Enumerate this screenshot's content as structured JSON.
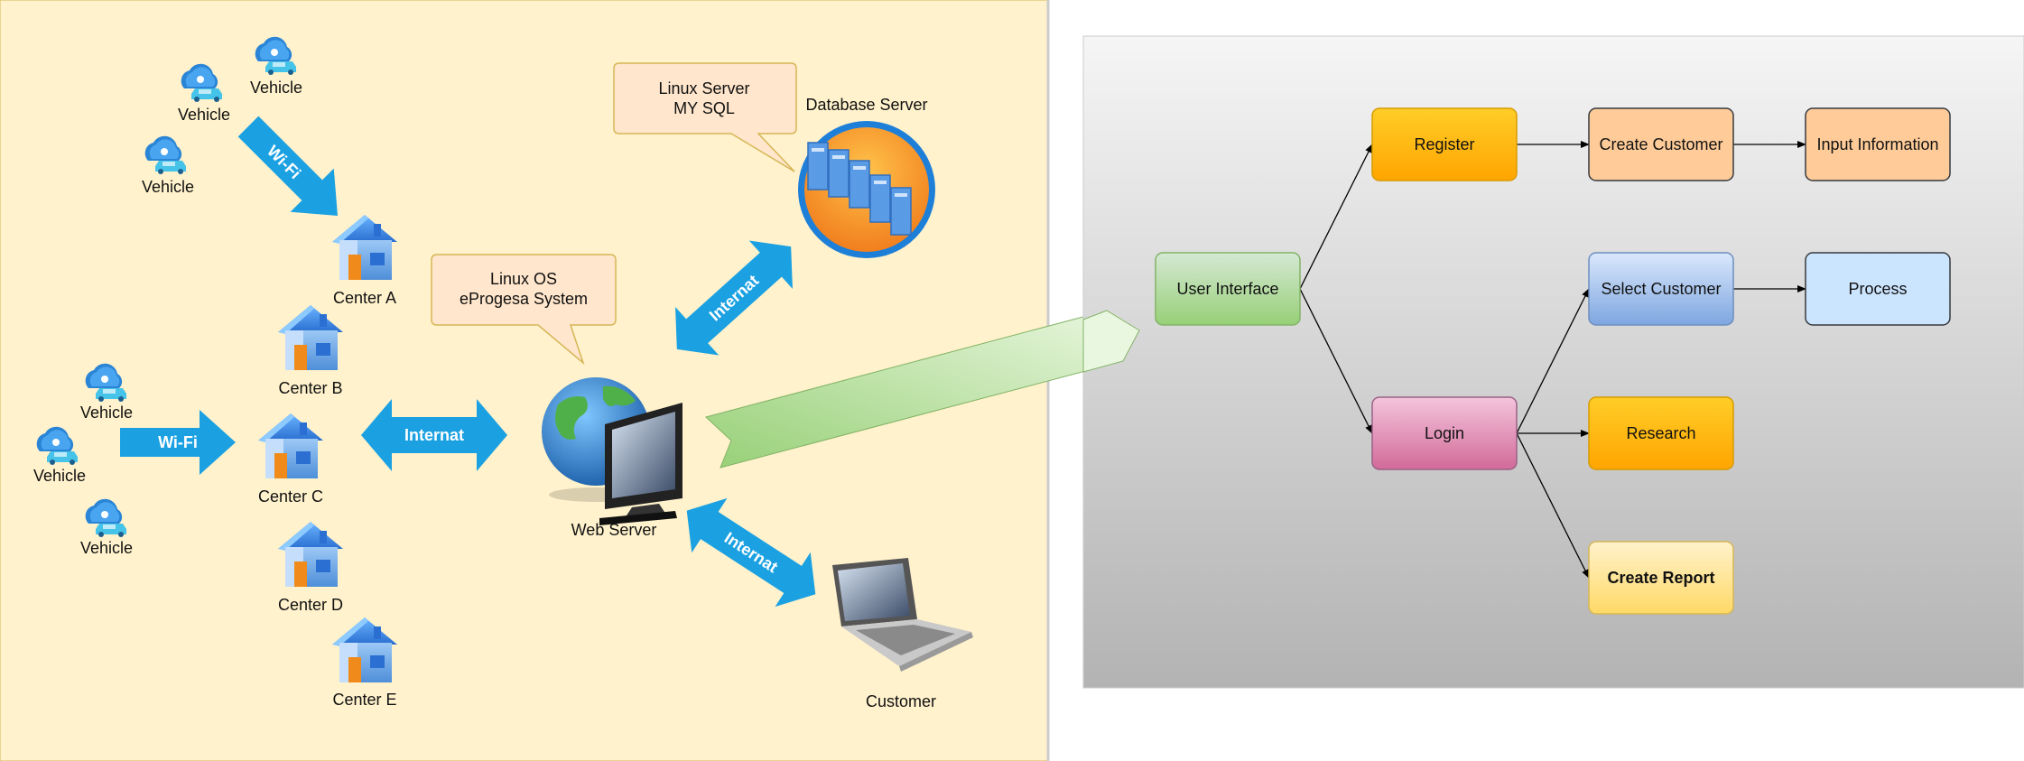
{
  "network": {
    "vehicles": [
      "Vehicle",
      "Vehicle",
      "Vehicle",
      "Vehicle",
      "Vehicle",
      "Vehicle"
    ],
    "wifi_labels": [
      "Wi-Fi",
      "Wi-Fi"
    ],
    "centers": [
      "Center A",
      "Center B",
      "Center C",
      "Center D",
      "Center E"
    ],
    "internet_labels": [
      "Internat",
      "Internat",
      "Internat"
    ],
    "web_server": "Web Server",
    "database_server": "Database Server",
    "customer": "Customer",
    "callout_linux_os": [
      "Linux OS",
      "eProgesa System"
    ],
    "callout_linux_server": [
      "Linux Server",
      "MY SQL"
    ]
  },
  "flow": {
    "user_interface": "User Interface",
    "register": "Register",
    "login": "Login",
    "create_customer": "Create Customer",
    "input_information": "Input Information",
    "select_customer": "Select Customer",
    "process": "Process",
    "research": "Research",
    "create_report": "Create Report"
  },
  "colors": {
    "network_bg": "#fff2cc",
    "flow_bg_top": "#f5f5f5",
    "flow_bg_bottom": "#b3b3b3",
    "arrow_blue": "#1ba1e2",
    "green_box": "#b9e0a5",
    "orange_box": "#ffb570",
    "peach_box": "#ffcc99",
    "blue_box": "#a9c4eb",
    "light_blue_box": "#cce5ff",
    "pink_box": "#e6a2c4",
    "yellow_box": "#ffe599",
    "callout_fill": "#ffe6cc"
  }
}
